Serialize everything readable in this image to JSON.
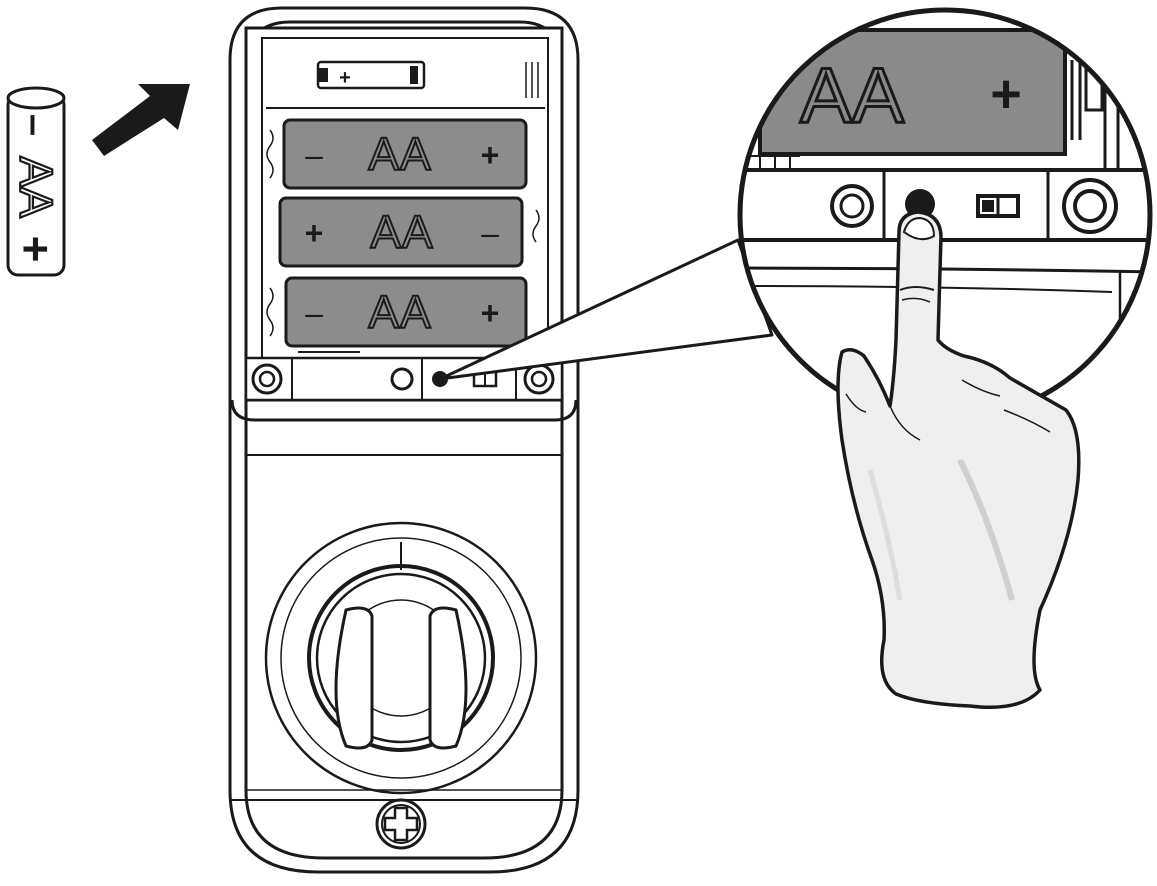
{
  "colors": {
    "ink": "#1a1a1a",
    "battery_fill": "#8c8c8c",
    "zoom_battery_fill": "#8a8a8a",
    "skin": "#efefef",
    "background": "#ffffff"
  },
  "loose_battery": {
    "label": "AA",
    "minus": "–",
    "plus": "+"
  },
  "battery_compartment": {
    "clip_symbol_plus": "+",
    "batteries": [
      {
        "label": "AA",
        "left_terminal": "–",
        "right_terminal": "+"
      },
      {
        "label": "AA",
        "left_terminal": "+",
        "right_terminal": "–"
      },
      {
        "label": "AA",
        "left_terminal": "–",
        "right_terminal": "+"
      }
    ]
  },
  "zoom_callout": {
    "battery_label": "AA",
    "battery_plus": "+"
  },
  "icons": [
    "insert-arrow-icon",
    "reset-button-icon",
    "slide-switch-icon",
    "screw-icon",
    "finger-pointer-icon",
    "phillips-screw-icon"
  ]
}
